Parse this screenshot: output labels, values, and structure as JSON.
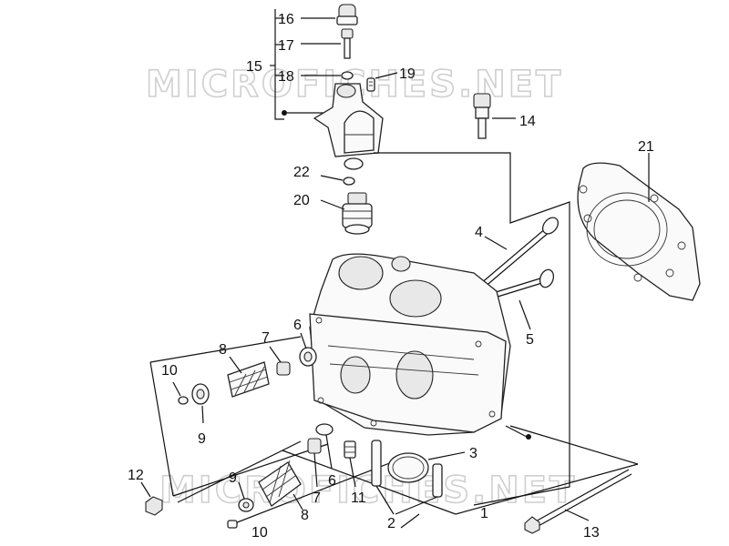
{
  "watermark": "MICROFICHES.NET",
  "callouts": {
    "c16": "16",
    "c17": "17",
    "c15": "15",
    "c18": "18",
    "c19": "19",
    "c14": "14",
    "c21": "21",
    "c22": "22",
    "c20": "20",
    "c4": "4",
    "c5": "5",
    "c7a": "7",
    "c6a": "6",
    "c8a": "8",
    "c10a": "10",
    "c9a": "9",
    "c3": "3",
    "c12": "12",
    "c9b": "9",
    "c6b": "6",
    "c7b": "7",
    "c11": "11",
    "c8b": "8",
    "c10b": "10",
    "c2": "2",
    "c1": "1",
    "c13": "13"
  },
  "colors": {
    "line": "#111111",
    "watermark": "#cfcfcf"
  }
}
